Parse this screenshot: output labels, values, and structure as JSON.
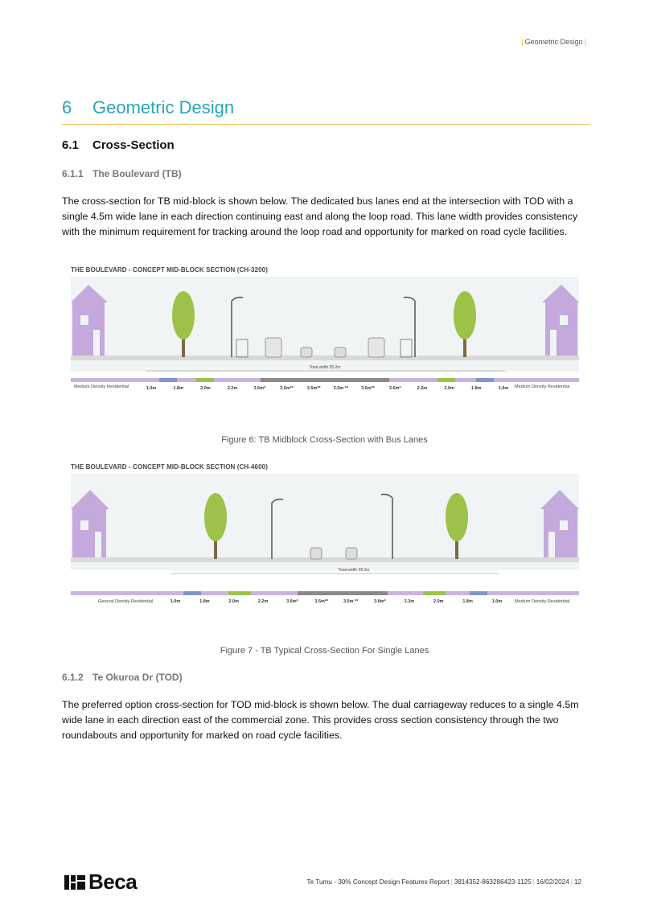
{
  "header": {
    "label": "Geometric Design"
  },
  "section": {
    "number": "6",
    "title": "Geometric Design"
  },
  "subsection": {
    "number": "6.1",
    "title": "Cross-Section"
  },
  "tb": {
    "number": "6.1.1",
    "title": "The Boulevard (TB)",
    "paragraph": "The cross-section for TB mid-block is shown below. The dedicated bus lanes end at the intersection with TOD with a single 4.5m wide lane in each direction continuing east and along the loop road. This lane width provides consistency with the minimum requirement for tracking around the loop road and opportunity for marked on road cycle facilities."
  },
  "figure6": {
    "title": "THE BOULEVARD - CONCEPT MID-BLOCK SECTION (CH-3200)",
    "total_width": "Total width 35.2m",
    "left_zone": "Medium Density Residential",
    "right_zone": "Medium Density Residential",
    "widths": [
      "1.0m",
      "1.8m",
      "2.0m",
      "2.2m",
      "3.6m*",
      "3.5m**",
      "3.5m**",
      "3.5m **",
      "3.5m**",
      "3.6m*",
      "2.2m",
      "2.0m",
      "1.8m",
      "1.0m"
    ],
    "caption": "Figure 6: TB Midblock Cross-Section with Bus Lanes"
  },
  "figure7": {
    "title": "THE BOULEVARD - CONCEPT MID-BLOCK SECTION (CH-4600)",
    "total_width": "Total width 28.2m",
    "left_zone": "General Density Residential",
    "right_zone": "Medium Density Residential",
    "widths": [
      "1.0m",
      "1.8m",
      "2.0m",
      "2.2m",
      "3.6m*",
      "3.5m**",
      "3.5m **",
      "3.6m*",
      "2.2m",
      "2.0m",
      "1.8m",
      "1.0m"
    ],
    "caption": "Figure 7 - TB Typical Cross-Section For Single Lanes"
  },
  "tod": {
    "number": "6.1.2",
    "title": "Te Okuroa Dr (TOD)",
    "paragraph": "The preferred option cross-section for TOD mid-block is shown below. The dual carriageway reduces to a single 4.5m wide lane in each direction east of the commercial zone. This provides cross section consistency through the two roundabouts and opportunity for marked on road cycle facilities."
  },
  "footer": {
    "brand": "Beca",
    "report": "Te Tumu - 30% Concept Design Features Report",
    "ref": "3814352-863286423-1125",
    "date": "16/02/2024",
    "page": "12"
  },
  "colors": {
    "accent": "#27a6b7",
    "rule": "#e8c35a",
    "purple": "#b59ad0",
    "green": "#9cc24a"
  }
}
